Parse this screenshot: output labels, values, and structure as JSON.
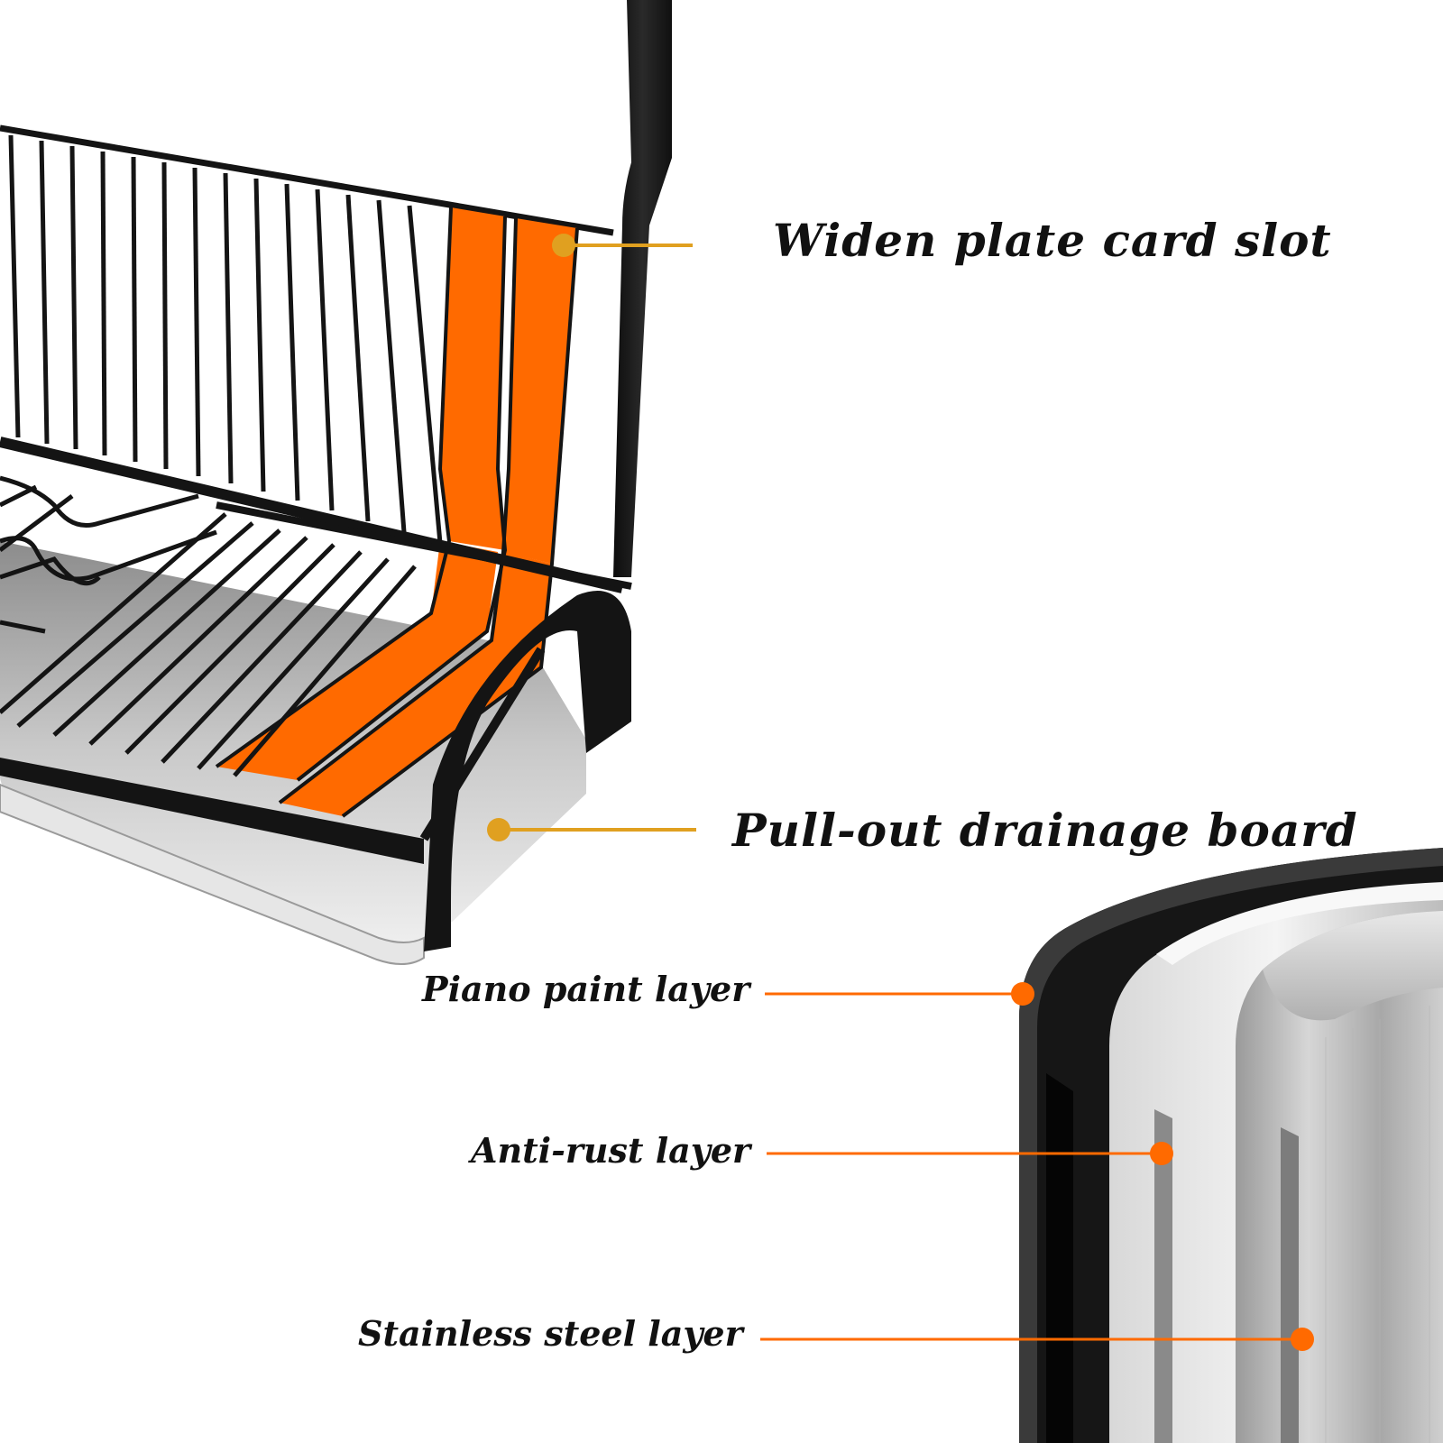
{
  "colors": {
    "accent_orange": "#ff6a00",
    "callout_gold": "#e0a020",
    "rack_black": "#141414",
    "tray_gray": "#b8b8b8",
    "steel_light": "#c8c8c8"
  },
  "callouts": {
    "widen_slot": "Widen plate card slot",
    "pull_out_board": "Pull-out drainage board",
    "piano_paint": "Piano paint layer",
    "anti_rust": "Anti-rust layer",
    "stainless_steel": "Stainless steel layer"
  }
}
